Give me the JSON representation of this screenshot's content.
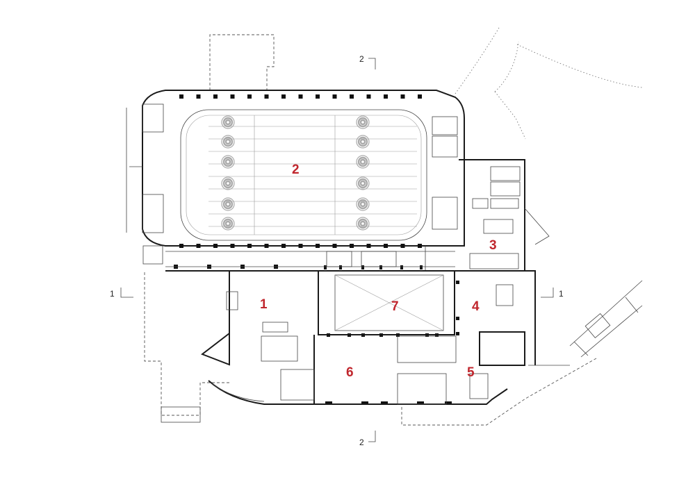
{
  "labels": {
    "room_1": "1",
    "room_2": "2",
    "room_3": "3",
    "room_4": "4",
    "room_5": "5",
    "room_6": "6",
    "room_7": "7"
  },
  "section_markers": {
    "top": "2",
    "bottom": "2",
    "left": "1",
    "right": "1"
  },
  "colors": {
    "room_label": "#c0262d",
    "line": "#1a1a1a"
  }
}
